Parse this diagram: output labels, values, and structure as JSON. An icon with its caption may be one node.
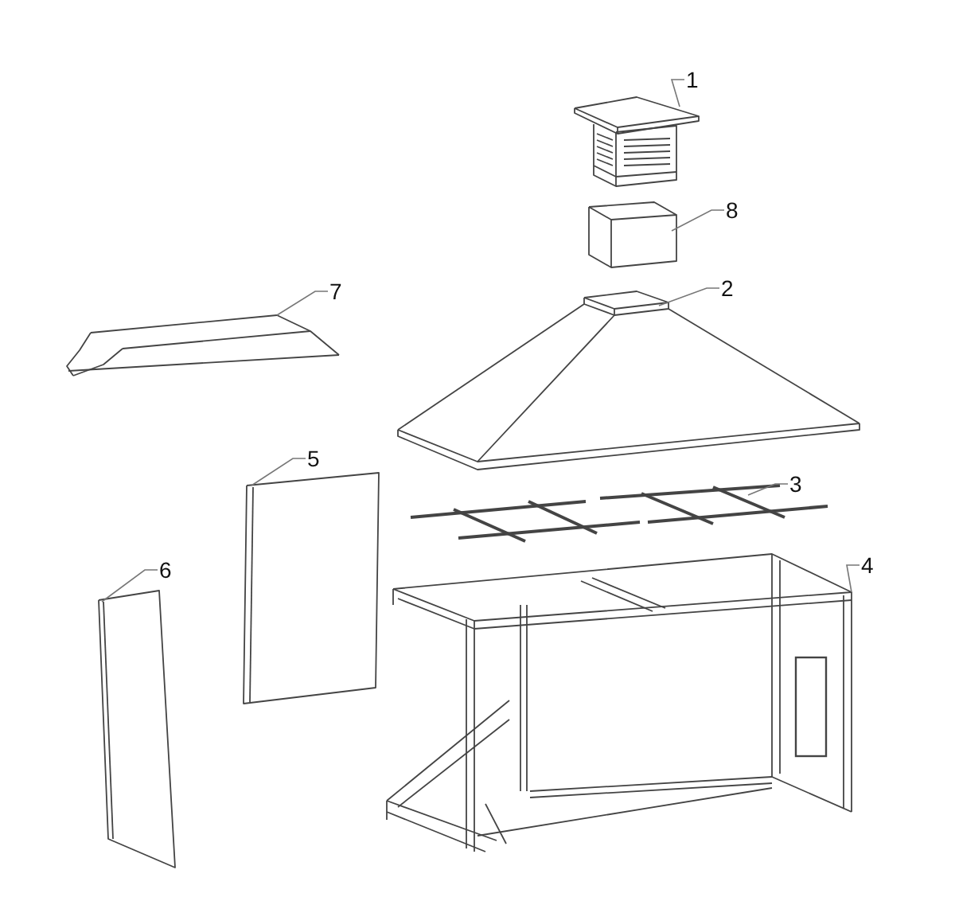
{
  "diagram": {
    "nodes": [
      {
        "text": [
          "1"
        ]
      },
      {
        "text": [
          "8"
        ]
      },
      {
        "text": [
          "7"
        ]
      },
      {
        "text": [
          "2"
        ]
      },
      {
        "text": [
          "3"
        ]
      },
      {
        "text": [
          "5"
        ]
      },
      {
        "text": [
          "4"
        ]
      },
      {
        "text": [
          "6"
        ]
      },
      {
        "text": [],
        "shape": "picture"
      },
      {
        "text": [],
        "shape": "picture"
      },
      {
        "text": [],
        "shape": "picture"
      },
      {
        "text": [],
        "shape": "picture"
      },
      {
        "text": [],
        "shape": "picture"
      },
      {
        "text": [],
        "shape": "picture"
      },
      {
        "text": [],
        "shape": "picture"
      },
      {
        "text": [],
        "shape": "picture"
      }
    ],
    "edges": [
      {
        "from": 0,
        "to": 8,
        "arrow": "none"
      },
      {
        "from": 1,
        "to": 9,
        "arrow": "none"
      },
      {
        "from": 2,
        "to": 10,
        "arrow": "none"
      },
      {
        "from": 3,
        "to": 11,
        "arrow": "none"
      },
      {
        "from": 4,
        "to": 12,
        "arrow": "none"
      },
      {
        "from": 5,
        "to": 13,
        "arrow": "none"
      },
      {
        "from": 6,
        "to": 14,
        "arrow": "none"
      },
      {
        "from": 7,
        "to": 15,
        "arrow": "none"
      }
    ]
  }
}
